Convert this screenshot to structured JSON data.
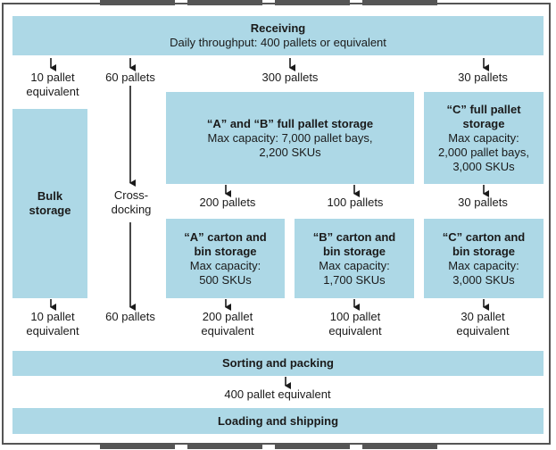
{
  "receiving": {
    "title": "Receiving",
    "subtitle": "Daily throughput: 400 pallets or equivalent"
  },
  "flows_top": {
    "bulk": [
      "10 pallet",
      "equivalent"
    ],
    "cross": "60 pallets",
    "ab": "300 pallets",
    "c": "30 pallets"
  },
  "bulk_storage": {
    "title": [
      "Bulk",
      "storage"
    ]
  },
  "cross_docking": {
    "label": [
      "Cross-",
      "docking"
    ]
  },
  "ab_full": {
    "title": "“A” and “B” full pallet storage",
    "line1": "Max capacity: 7,000 pallet bays,",
    "line2": "2,200 SKUs"
  },
  "c_full": {
    "title": [
      "“C” full pallet",
      "storage"
    ],
    "lines": [
      "Max capacity:",
      "2,000 pallet bays,",
      "3,000 SKUs"
    ]
  },
  "flows_mid": {
    "a": "200 pallets",
    "b": "100 pallets",
    "c": "30 pallets"
  },
  "a_carton": {
    "title": [
      "“A” carton and",
      "bin storage"
    ],
    "lines": [
      "Max capacity:",
      "500 SKUs"
    ]
  },
  "b_carton": {
    "title": [
      "“B” carton and",
      "bin storage"
    ],
    "lines": [
      "Max capacity:",
      "1,700 SKUs"
    ]
  },
  "c_carton": {
    "title": [
      "“C” carton and",
      "bin storage"
    ],
    "lines": [
      "Max capacity:",
      "3,000 SKUs"
    ]
  },
  "flows_bottom": {
    "bulk": [
      "10 pallet",
      "equivalent"
    ],
    "cross": "60 pallets",
    "a": [
      "200 pallet",
      "equivalent"
    ],
    "b": [
      "100 pallet",
      "equivalent"
    ],
    "c": [
      "30 pallet",
      "equivalent"
    ]
  },
  "sorting": {
    "title": "Sorting and packing"
  },
  "flow_final": "400 pallet equivalent",
  "loading": {
    "title": "Loading and shipping"
  },
  "colors": {
    "box": "#add8e6",
    "frame": "#555555",
    "arrow": "#1a1a1a"
  }
}
